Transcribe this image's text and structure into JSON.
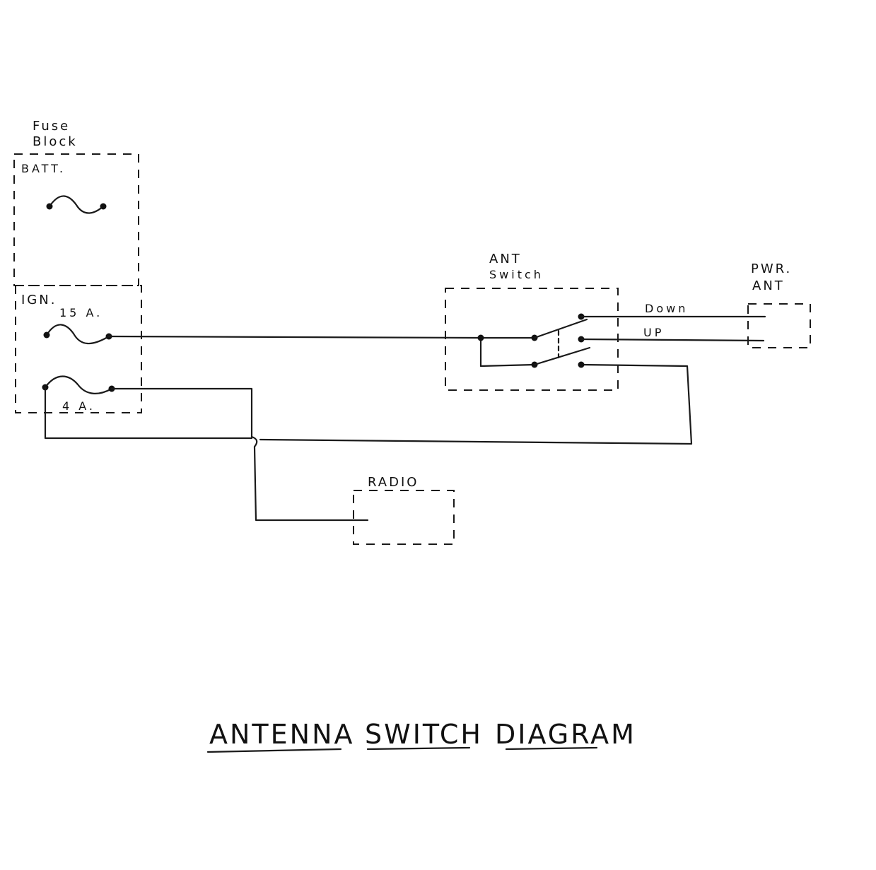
{
  "fuse_block": {
    "line1": "Fuse",
    "line2": "Block",
    "batt": "BATT.",
    "ign": "IGN.",
    "fuse_15": "15 A.",
    "fuse_4": "4 A."
  },
  "ant_switch": {
    "line1": "ANT",
    "line2": "Switch",
    "down": "Down",
    "up": "UP"
  },
  "pwr_ant": {
    "line1": "PWR.",
    "line2": "ANT"
  },
  "radio": {
    "label": "RADIO"
  },
  "title": {
    "w1": "ANTENNA",
    "w2": "SWITCH",
    "w3": "DIAGRAM"
  },
  "colors": {
    "ink": "#1a1a1a",
    "paper": "#ffffff"
  }
}
